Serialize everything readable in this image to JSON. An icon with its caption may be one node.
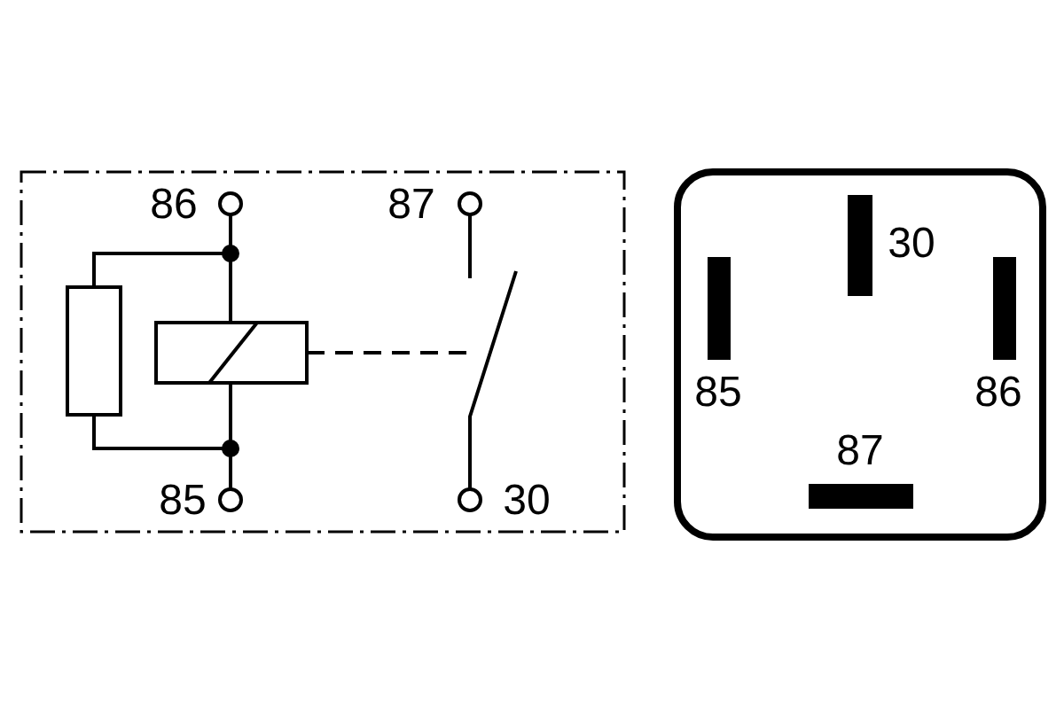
{
  "diagram": {
    "labels": [
      "86",
      "87",
      "85",
      "30",
      "30",
      "85",
      "86",
      "87"
    ]
  }
}
